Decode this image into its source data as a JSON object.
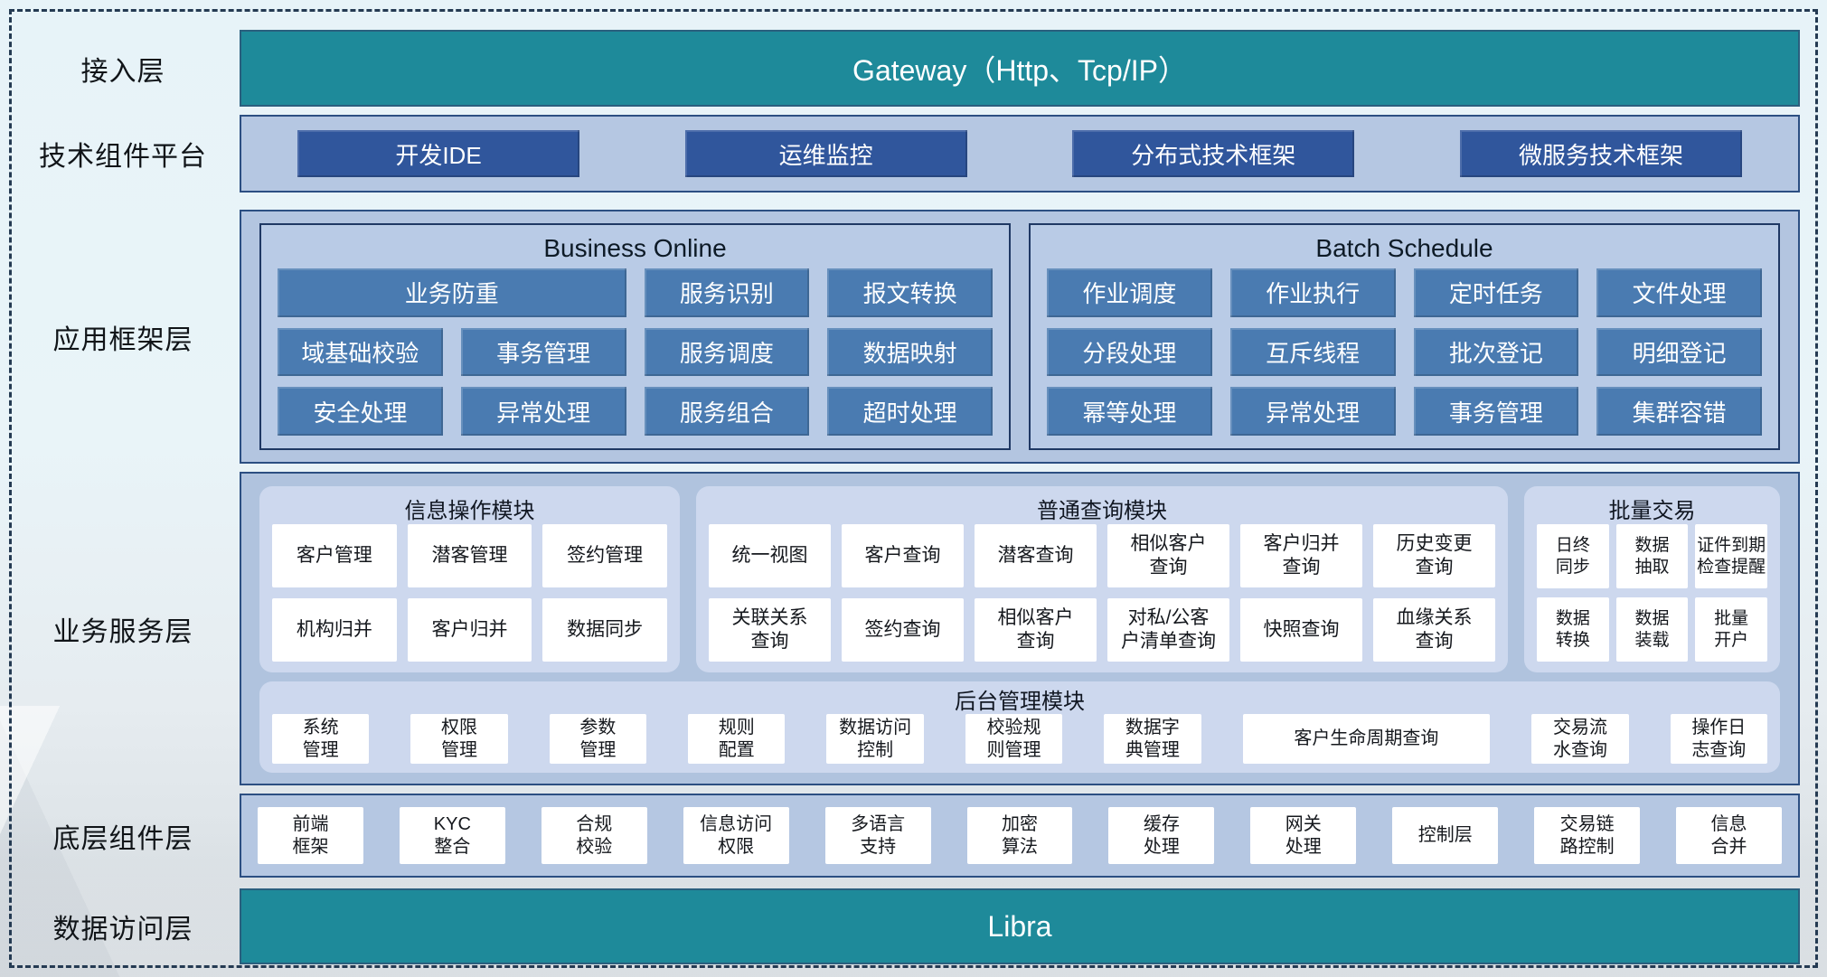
{
  "colors": {
    "teal": "#1E8A9A",
    "dark_blue": "#30569C",
    "mid_blue": "#4A7BB1",
    "container_blue": "#B3C5E0",
    "module_blue": "#CDD8EE",
    "frame_dash": "#243A52"
  },
  "access_layer": {
    "label": "接入层",
    "gateway": "Gateway（Http、Tcp/IP）"
  },
  "tech_layer": {
    "label": "技术组件平台",
    "items": [
      "开发IDE",
      "运维监控",
      "分布式技术框架",
      "微服务技术框架"
    ]
  },
  "framework_layer": {
    "label": "应用框架层",
    "business_online": {
      "title": "Business Online",
      "items": [
        "业务防重",
        "服务识别",
        "报文转换",
        "域基础校验",
        "事务管理",
        "服务调度",
        "数据映射",
        "安全处理",
        "异常处理",
        "服务组合",
        "超时处理"
      ]
    },
    "batch_schedule": {
      "title": "Batch Schedule",
      "items": [
        "作业调度",
        "作业执行",
        "定时任务",
        "文件处理",
        "分段处理",
        "互斥线程",
        "批次登记",
        "明细登记",
        "幂等处理",
        "异常处理",
        "事务管理",
        "集群容错"
      ]
    }
  },
  "service_layer": {
    "label": "业务服务层",
    "info_module": {
      "title": "信息操作模块",
      "items": [
        "客户管理",
        "潜客管理",
        "签约管理",
        "机构归并",
        "客户归并",
        "数据同步"
      ]
    },
    "query_module": {
      "title": "普通查询模块",
      "items": [
        "统一视图",
        "客户查询",
        "潜客查询",
        "相似客户\n查询",
        "客户归并\n查询",
        "历史变更\n查询",
        "关联关系\n查询",
        "签约查询",
        "相似客户\n查询",
        "对私/公客\n户清单查询",
        "快照查询",
        "血缘关系\n查询"
      ]
    },
    "batch_module": {
      "title": "批量交易",
      "items": [
        "日终\n同步",
        "数据\n抽取",
        "证件到期\n检查提醒",
        "数据\n转换",
        "数据\n装载",
        "批量\n开户"
      ]
    },
    "admin_module": {
      "title": "后台管理模块",
      "items": [
        "系统\n管理",
        "权限\n管理",
        "参数\n管理",
        "规则\n配置",
        "数据访问\n控制",
        "校验规\n则管理",
        "数据字\n典管理",
        "客户生命周期查询",
        "交易流\n水查询",
        "操作日\n志查询"
      ]
    }
  },
  "component_layer": {
    "label": "底层组件层",
    "items": [
      "前端\n框架",
      "KYC\n整合",
      "合规\n校验",
      "信息访问\n权限",
      "多语言\n支持",
      "加密\n算法",
      "缓存\n处理",
      "网关\n处理",
      "控制层",
      "交易链\n路控制",
      "信息\n合并"
    ]
  },
  "data_layer": {
    "label": "数据访问层",
    "bar": "Libra"
  }
}
